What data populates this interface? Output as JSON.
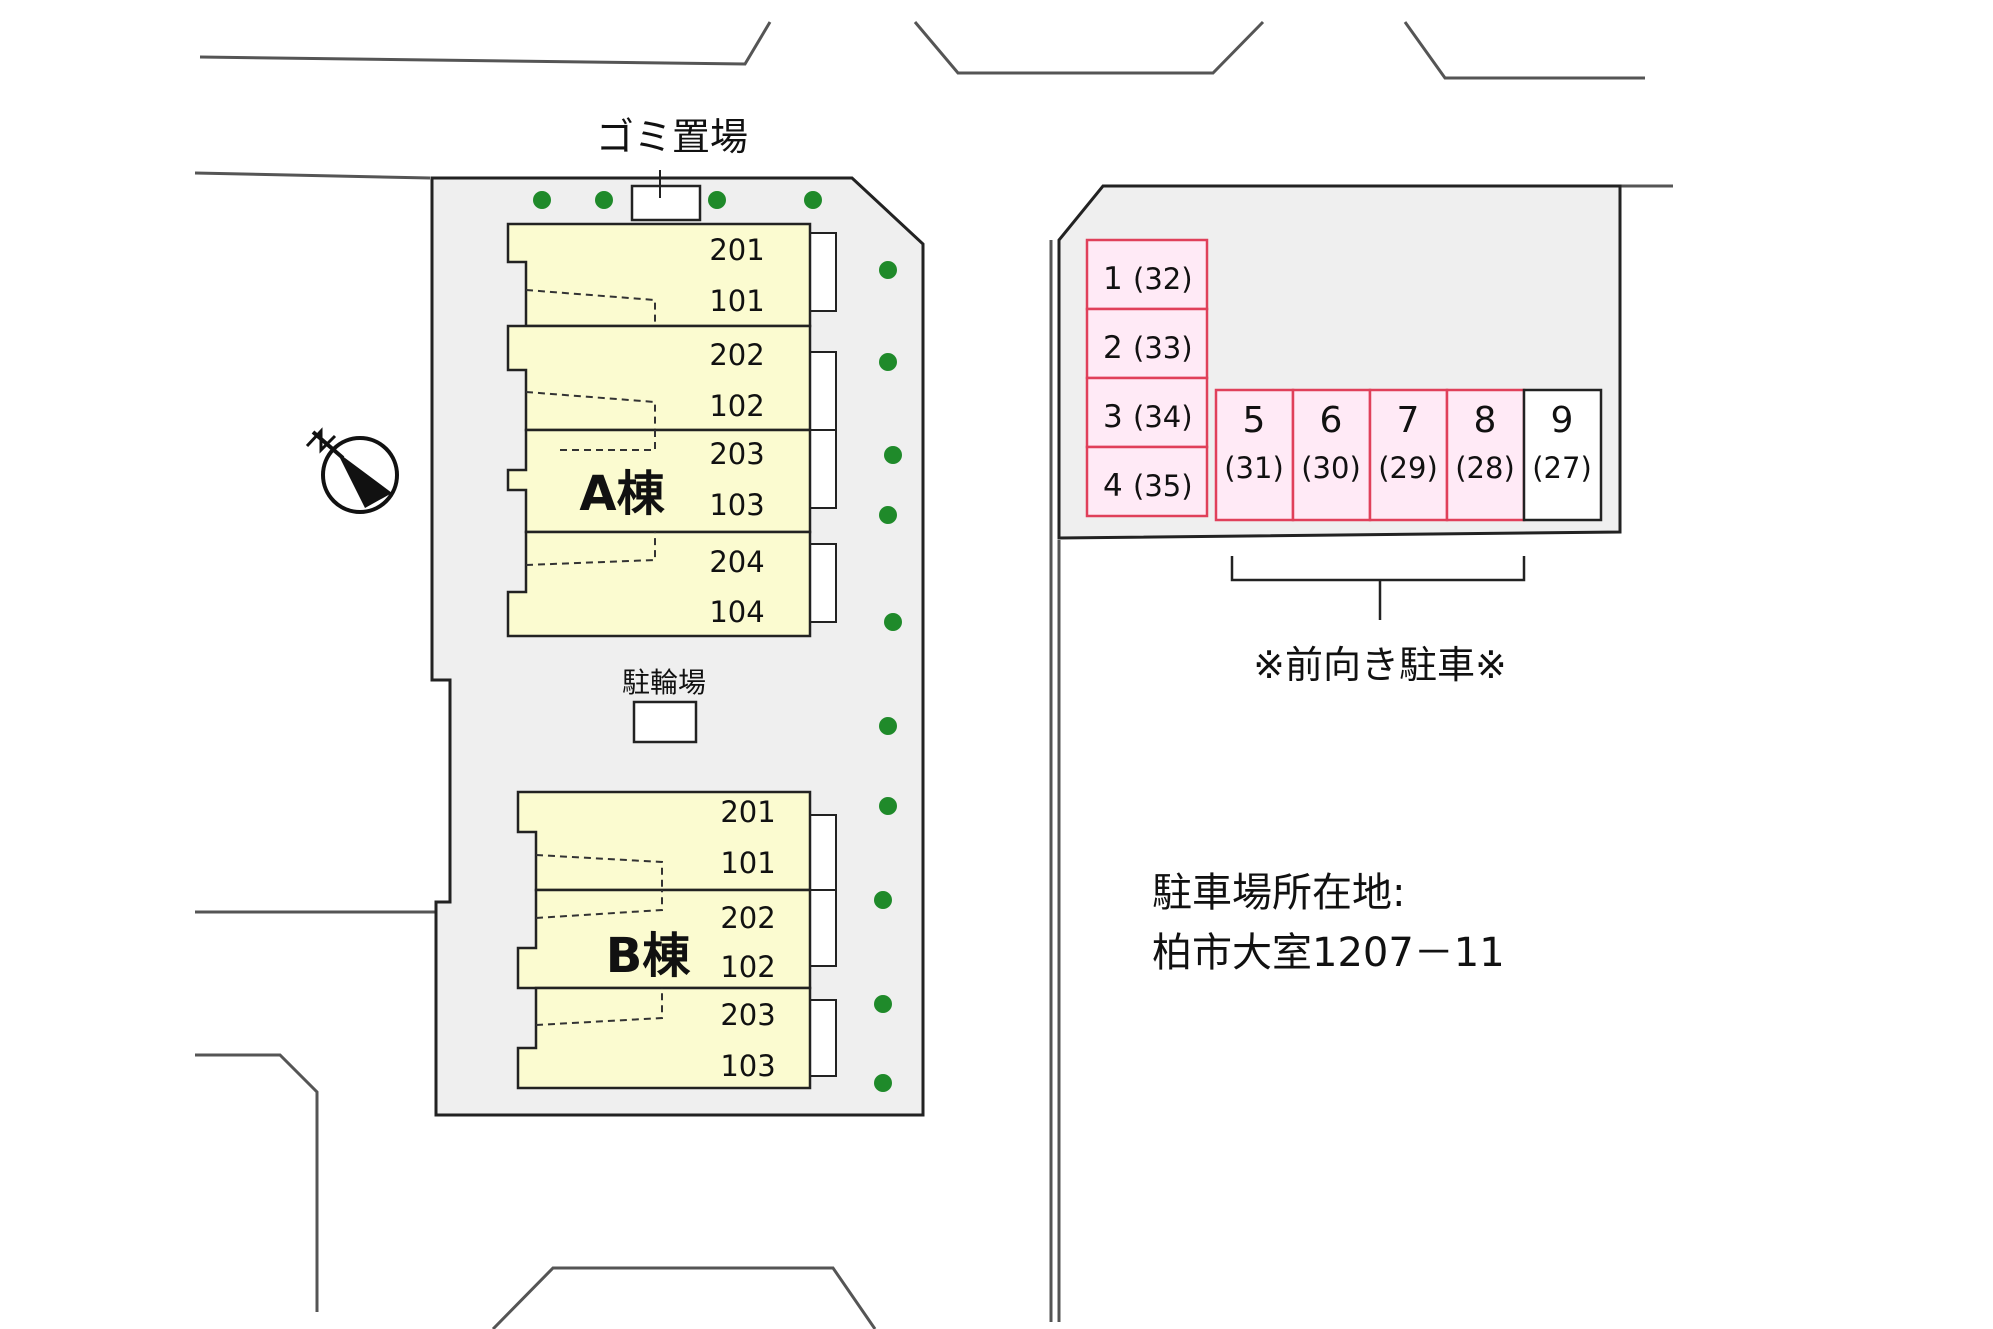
{
  "garbage_label": "ゴミ置場",
  "bicycle_label": "駐輪場",
  "building_a": {
    "name": "A棟",
    "units": [
      {
        "upper": "201",
        "lower": "101"
      },
      {
        "upper": "202",
        "lower": "102"
      },
      {
        "upper": "203",
        "lower": "103"
      },
      {
        "upper": "204",
        "lower": "104"
      }
    ]
  },
  "building_b": {
    "name": "B棟",
    "units": [
      {
        "upper": "201",
        "lower": "101"
      },
      {
        "upper": "202",
        "lower": "102"
      },
      {
        "upper": "203",
        "lower": "103"
      }
    ]
  },
  "parking": {
    "left_column": [
      {
        "num": "1",
        "sub": "(32)"
      },
      {
        "num": "2",
        "sub": "(33)"
      },
      {
        "num": "3",
        "sub": "(34)"
      },
      {
        "num": "4",
        "sub": "(35)"
      }
    ],
    "row": [
      {
        "num": "5",
        "sub": "(31)"
      },
      {
        "num": "6",
        "sub": "(30)"
      },
      {
        "num": "7",
        "sub": "(29)"
      },
      {
        "num": "8",
        "sub": "(28)"
      },
      {
        "num": "9",
        "sub": "(27)"
      }
    ],
    "note": "※前向き駐車※"
  },
  "address": {
    "label": "駐車場所在地:",
    "value": "柏市大室1207－11"
  },
  "colors": {
    "site_fill": "#efefef",
    "building_fill": "#fbfbd0",
    "parking_fill": "#ffeaf6",
    "parking_border": "#e0405a",
    "tree": "#1f8a2a",
    "line": "#222222"
  },
  "icons": {
    "compass": "north-arrow-compass-icon",
    "tree": "tree-dot-icon"
  }
}
